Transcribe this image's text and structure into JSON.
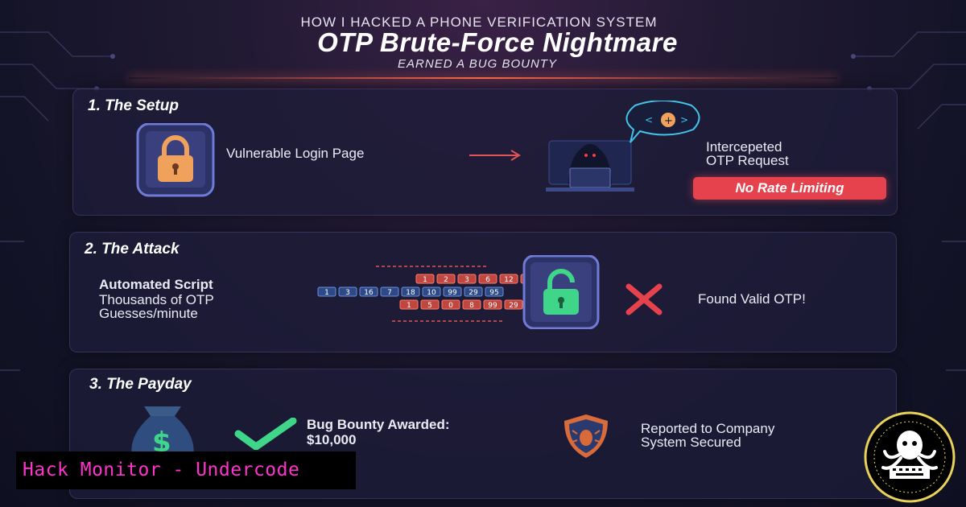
{
  "header": {
    "subtitle": "HOW I HACKED A PHONE VERIFICATION SYSTEM",
    "title": "OTP Brute-Force Nightmare",
    "tagline": "EARNED A BUG BOUNTY"
  },
  "setup": {
    "title": "1. The Setup",
    "login_label": "Vulnerable Login Page",
    "intercept_line1": "Intercepeted",
    "intercept_line2": "OTP Request",
    "badge": "No Rate Limiting"
  },
  "attack": {
    "title": "2. The Attack",
    "script_title": "Automated Script",
    "script_line1": "Thousands of OTP",
    "script_line2": "Guesses/minute",
    "row_top": [
      "1",
      "2",
      "3",
      "6",
      "12",
      "30"
    ],
    "row_mid": [
      "1",
      "3",
      "16",
      "7",
      "18",
      "10",
      "99",
      "29",
      "95"
    ],
    "row_bot": [
      "1",
      "5",
      "0",
      "8",
      "99",
      "29"
    ],
    "found": "Found Valid OTP!"
  },
  "payday": {
    "title": "3. The Payday",
    "bounty_label": "Bug Bounty Awarded:",
    "bounty_amount": "$10,000",
    "reported_line1": "Reported to Company",
    "reported_line2": "System Secured"
  },
  "brand": {
    "label": "Hack Monitor - Undercode"
  },
  "colors": {
    "accent_red": "#e5424d",
    "accent_green": "#3fd68a",
    "brand_magenta": "#ff33cc"
  },
  "icons": [
    "lock-icon",
    "phone-icon",
    "arrow-right-icon",
    "hacker-icon",
    "speech-bubble-icon",
    "cross-icon",
    "money-bag-icon",
    "check-icon",
    "shield-bug-icon",
    "octopus-logo"
  ]
}
